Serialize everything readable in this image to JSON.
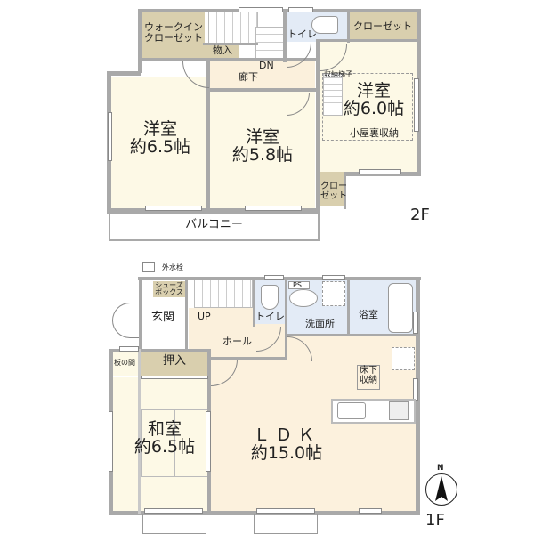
{
  "floor2": {
    "label": "2F",
    "rooms": {
      "walk_in_closet": {
        "line1": "ウォークイン",
        "line2": "クローゼット"
      },
      "storage": "物入",
      "stairs_dir": "DN",
      "corridor": "廊下",
      "toilet": "トイレ",
      "closet_top": "クローゼット",
      "storage_ladder": "収納梯子",
      "western_6_0": {
        "name": "洋室",
        "size": "約6.0帖"
      },
      "attic_storage": "小屋裏収納",
      "closet_small": {
        "line1": "クロー",
        "line2": "ゼット"
      },
      "western_6_5": {
        "name": "洋室",
        "size": "約6.5帖"
      },
      "western_5_8": {
        "name": "洋室",
        "size": "約5.8帖"
      },
      "balcony": "バルコニー"
    }
  },
  "floor1": {
    "label": "1F",
    "rooms": {
      "outdoor_faucet": "外水栓",
      "shoe_box": {
        "line1": "シューズ",
        "line2": "ボックス"
      },
      "entrance": "玄関",
      "stairs_dir": "UP",
      "toilet": "トイレ",
      "ps": "PS",
      "washroom": "洗面所",
      "bathroom": "浴室",
      "hall": "ホール",
      "wood_floor": "板の間",
      "closet": "押入",
      "underfloor_storage": {
        "line1": "床下",
        "line2": "収納"
      },
      "japanese_room": {
        "name": "和室",
        "size": "約6.5帖"
      },
      "ldk": {
        "name": "ＬＤＫ",
        "size": "約15.0帖"
      }
    }
  },
  "compass": {
    "north": "N"
  },
  "colors": {
    "wall": "#a9a9a9",
    "room_cream": "#fdf9e6",
    "hall": "#fbf0dc",
    "storage_beige": "#d9cfae",
    "wet_area_blue": "#e3ebf6"
  }
}
